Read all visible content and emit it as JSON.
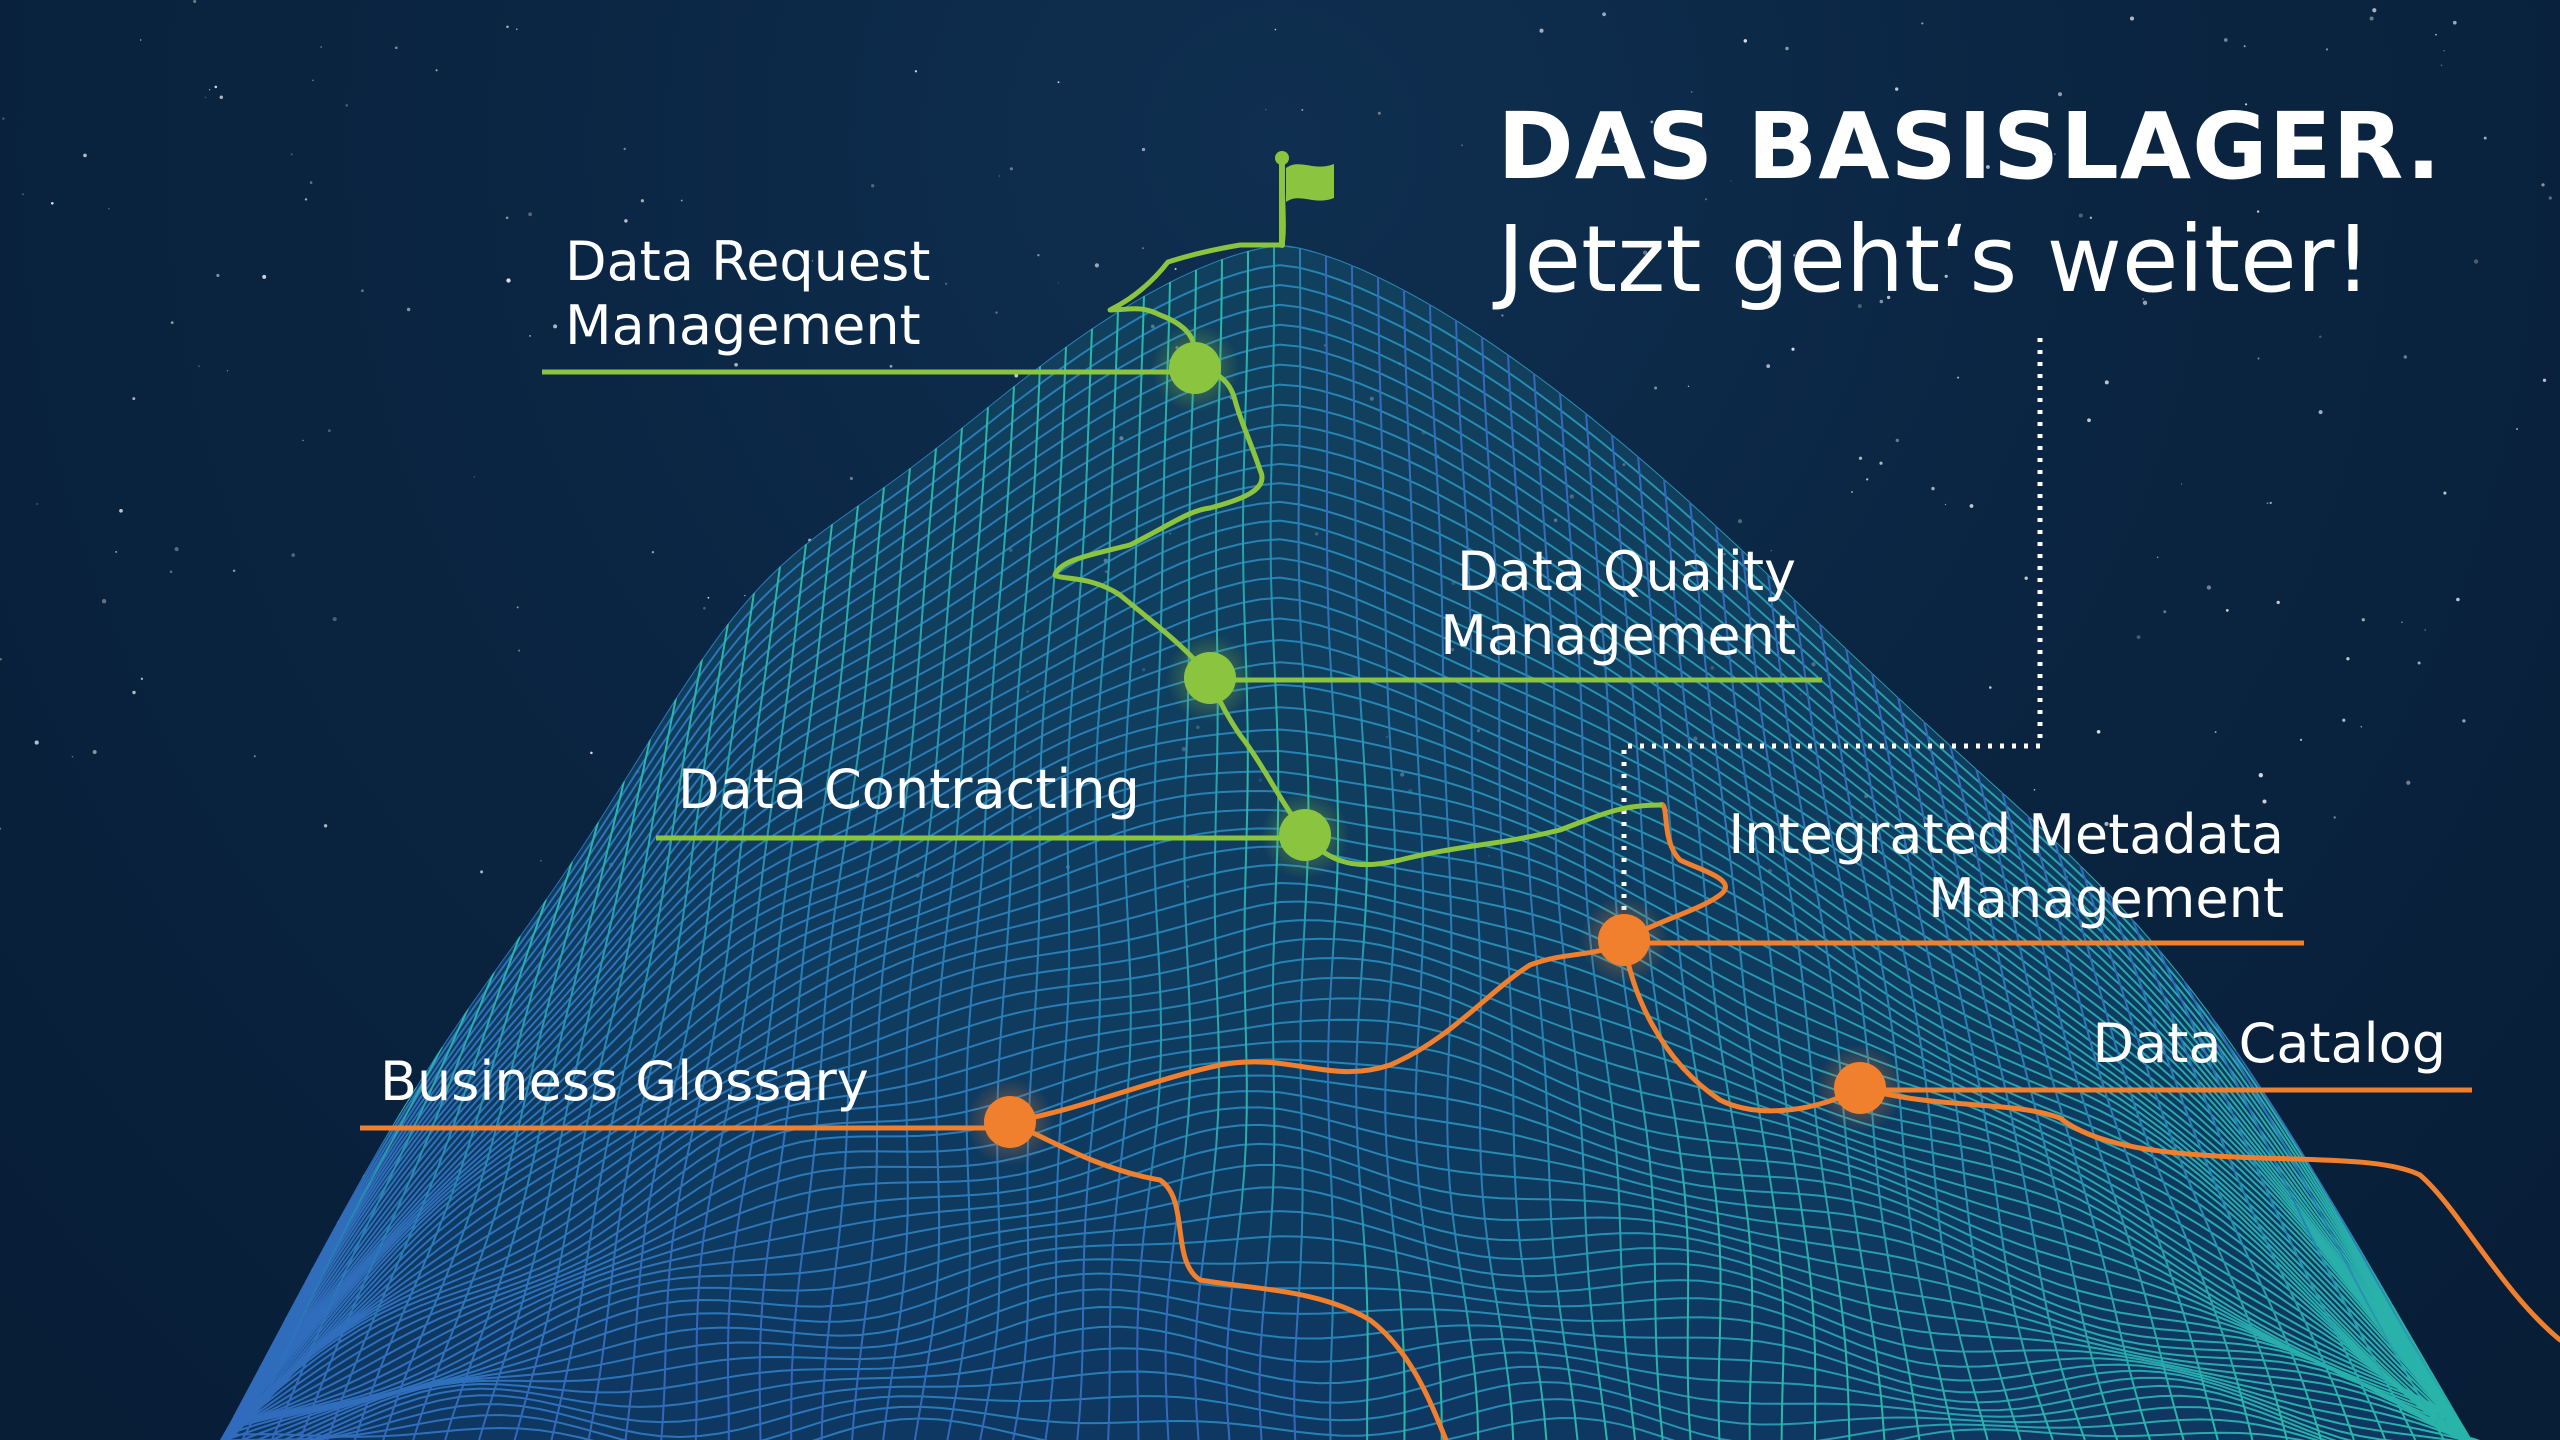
{
  "headline": {
    "line1": "DAS BASISLAGER.",
    "line2": "Jetzt geht‘s weiter!"
  },
  "milestones": [
    {
      "id": "data-request-management",
      "lines": [
        "Data Request",
        "Management"
      ],
      "color": "#8bc53f"
    },
    {
      "id": "data-quality-management",
      "lines": [
        "Data Quality",
        "Management"
      ],
      "color": "#8bc53f"
    },
    {
      "id": "data-contracting",
      "lines": [
        "Data Contracting"
      ],
      "color": "#8bc53f"
    },
    {
      "id": "integrated-metadata-management",
      "lines": [
        "Integrated Metadata",
        "Management"
      ],
      "color": "#f07f2e"
    },
    {
      "id": "business-glossary",
      "lines": [
        "Business Glossary"
      ],
      "color": "#f07f2e"
    },
    {
      "id": "data-catalog",
      "lines": [
        "Data Catalog"
      ],
      "color": "#f07f2e"
    }
  ],
  "icons": {
    "summit": "flag-icon"
  },
  "colors": {
    "green_path": "#8bc53f",
    "orange_path": "#f07f2e",
    "mesh_teal": "#2fc6b8",
    "mesh_blue": "#3a7fd0",
    "sky": "#0a2440"
  }
}
